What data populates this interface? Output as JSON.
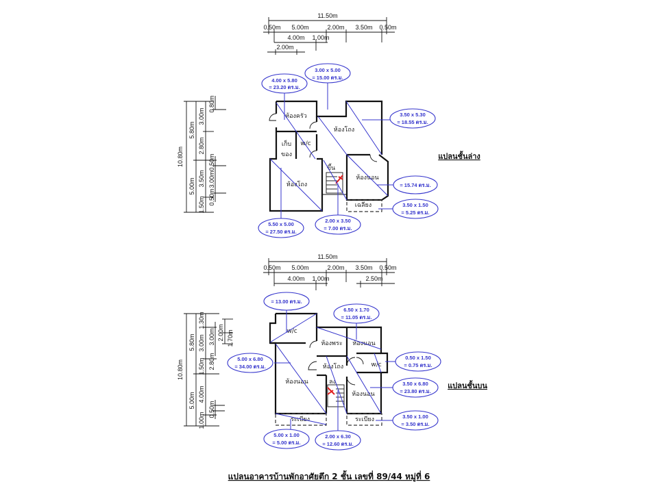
{
  "title": "แปลนอาคารบ้านพักอาศัยตึก 2 ชั้น เลขที่ 89/44 หมู่ที่ 6",
  "floors": [
    {
      "heading": "แปลนชั้นล่าง",
      "top_dims": {
        "overall": "11.50m",
        "row1": [
          "0.50m",
          "5.00m",
          "2.00m",
          "3.50m",
          "0.50m"
        ],
        "row2": [
          "4.00m",
          "1.00m"
        ],
        "row3": [
          "2.00m"
        ]
      },
      "left_dims": {
        "overall": "10.80m",
        "col1": [
          "5.80m",
          "5.00m"
        ],
        "col2": [
          "3.00m",
          "2.80m",
          "3.50m",
          "1.50m"
        ],
        "col3": [
          "0.80m",
          "0.50m",
          "3.00m",
          "0.50m"
        ]
      },
      "rooms": [
        "ห้องครัว",
        "ห้องโถง",
        "เก็บ",
        "ของ",
        "w/c",
        "ห้องโถง",
        "ขึ้น",
        "ห้องนอน",
        "เฉลียง"
      ],
      "callouts": [
        {
          "line1": "4.00 x 5.80",
          "line2": "= 23.20 ตร.ม."
        },
        {
          "line1": "3.00 x 5.00",
          "line2": "= 15.00 ตร.ม."
        },
        {
          "line1": "3.50 x 5.30",
          "line2": "= 18.55 ตร.ม."
        },
        {
          "line1": "",
          "line2": "= 15.74 ตร.ม."
        },
        {
          "line1": "3.50 x 1.50",
          "line2": "= 5.25 ตร.ม."
        },
        {
          "line1": "5.50 x 5.00",
          "line2": "= 27.50 ตร.ม."
        },
        {
          "line1": "2.00 x 3.50",
          "line2": "= 7.00 ตร.ม."
        }
      ]
    },
    {
      "heading": "แปลนชั้นบน",
      "top_dims": {
        "overall": "11.50m",
        "row1": [
          "0.50m",
          "5.00m",
          "2.00m",
          "3.50m",
          "0.50m"
        ],
        "row2": [
          "4.00m",
          "1.00m",
          "2.50m"
        ]
      },
      "left_dims": {
        "overall": "10.80m",
        "col1": [
          "5.80m",
          "5.00m"
        ],
        "col2": [
          "1.30m",
          "3.00m",
          "1.50m",
          "4.00m",
          "1.00m"
        ],
        "col3": [
          "3.00m",
          "2.80m",
          "0.50m"
        ],
        "col4": [
          "2.00m",
          "1.70m"
        ]
      },
      "rooms": [
        "w/c",
        "ห้องพระ",
        "ห้องนอน",
        "ห้องโถง",
        "w/c",
        "ห้องนอน",
        "ลง",
        "ห้องนอน",
        "ระเบียง",
        "ระเบียง"
      ],
      "callouts": [
        {
          "line1": "",
          "line2": "= 13.00 ตร.ม."
        },
        {
          "line1": "6.50 x 1.70",
          "line2": "= 11.05 ตร.ม."
        },
        {
          "line1": "5.00 x 6.80",
          "line2": "= 34.00 ตร.ม."
        },
        {
          "line1": "0.50 x 1.50",
          "line2": "= 0.75 ตร.ม."
        },
        {
          "line1": "3.50 x 6.80",
          "line2": "= 23.80 ตร.ม."
        },
        {
          "line1": "3.50 x 1.00",
          "line2": "= 3.50 ตร.ม."
        },
        {
          "line1": "5.00 x 1.00",
          "line2": "= 5.00 ตร.ม."
        },
        {
          "line1": "2.00 x 6.30",
          "line2": "= 12.60 ตร.ม."
        }
      ]
    }
  ]
}
